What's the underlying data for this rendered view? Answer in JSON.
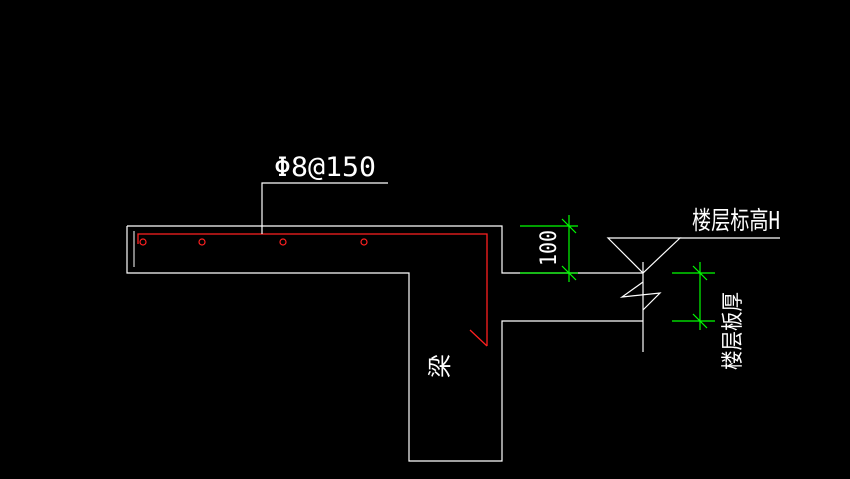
{
  "drawing": {
    "rebar_callout": "Φ8@150",
    "floor_elevation_label": "楼层标高H",
    "dimension_value": "100",
    "beam_label": "梁",
    "slab_thickness_label": "楼层板厚"
  },
  "colors": {
    "background": "#000000",
    "outline": "#ffffff",
    "rebar": "#ff2020",
    "dimension": "#00ff00"
  }
}
